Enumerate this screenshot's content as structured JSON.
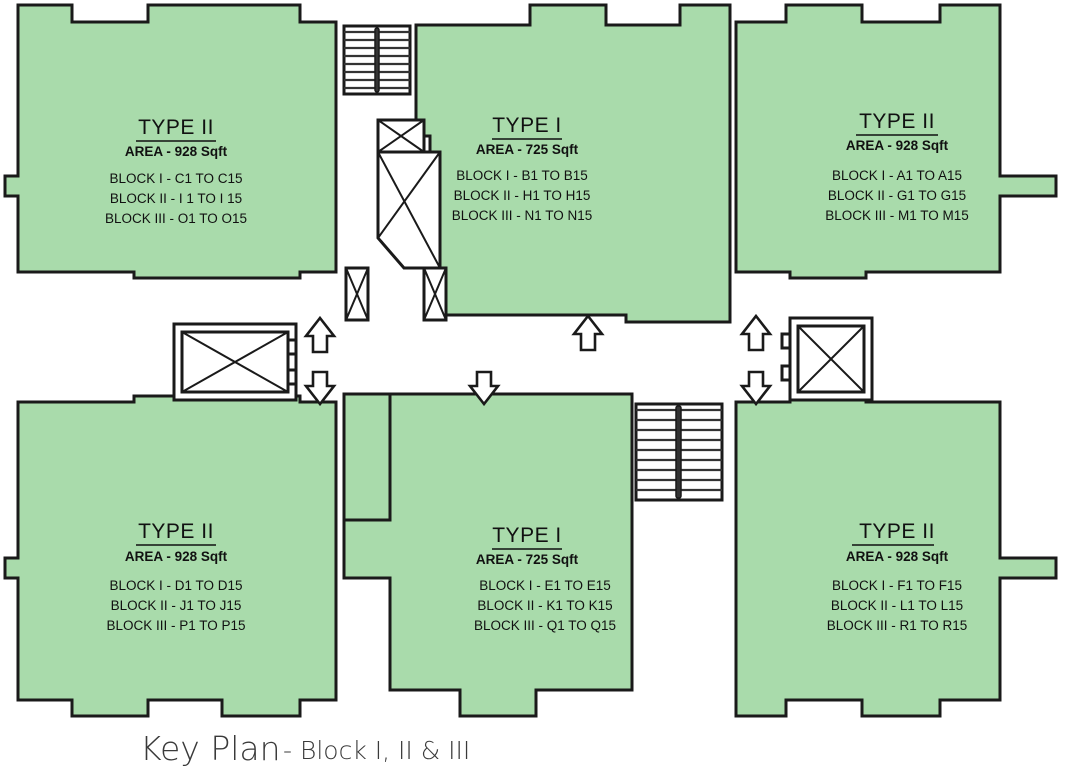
{
  "plan": {
    "caption_main": "Key Plan",
    "caption_sub": "- Block I, II & III",
    "colors": {
      "unit_fill": "#a9dbab",
      "outline": "#1a1a1a",
      "background": "#ffffff",
      "caption_text": "#3a3a3a"
    },
    "units": [
      {
        "id": "top-left",
        "type": "TYPE II",
        "area": "AREA - 928 Sqft",
        "block1": "BLOCK  I -  C1   TO  C15",
        "block2": "BLOCK  II -  I 1   TO   I 15",
        "block3": "BLOCK  III -  O1   TO  O15"
      },
      {
        "id": "top-center",
        "type": "TYPE I",
        "area": "AREA - 725 Sqft",
        "block1": "BLOCK  I -  B1   TO  B15",
        "block2": "BLOCK  II -  H1   TO  H15",
        "block3": "BLOCK  III -  N1   TO  N15"
      },
      {
        "id": "top-right",
        "type": "TYPE II",
        "area": "AREA - 928 Sqft",
        "block1": "BLOCK  I -  A1   TO  A15",
        "block2": "BLOCK  II -  G1   TO  G15",
        "block3": "BLOCK  III -  M1   TO  M15"
      },
      {
        "id": "bottom-left",
        "type": "TYPE II",
        "area": "AREA - 928 Sqft",
        "block1": "BLOCK  I -  D1   TO  D15",
        "block2": "BLOCK  II - J1   TO   J15",
        "block3": "BLOCK  III -  P1   TO  P15"
      },
      {
        "id": "bottom-center",
        "type": "TYPE I",
        "area": "AREA - 725 Sqft",
        "block1": "BLOCK  I -  E1   TO  E15",
        "block2": "BLOCK  II - K1   TO   K15",
        "block3": "BLOCK  III -  Q1   TO  Q15"
      },
      {
        "id": "bottom-right",
        "type": "TYPE II",
        "area": "AREA - 928 Sqft",
        "block1": "BLOCK  I -  F1   TO  F15",
        "block2": "BLOCK  II - L1   TO   L15",
        "block3": "BLOCK  III -  R1   TO  R15"
      }
    ],
    "circulation": {
      "stair_upper_label": "staircase-upper",
      "stair_lower_label": "staircase-lower",
      "lift_left_label": "lift-core-left",
      "lift_right_label": "lift-core-right",
      "arrow_up_label": "arrow-up",
      "arrow_down_label": "arrow-down"
    }
  }
}
